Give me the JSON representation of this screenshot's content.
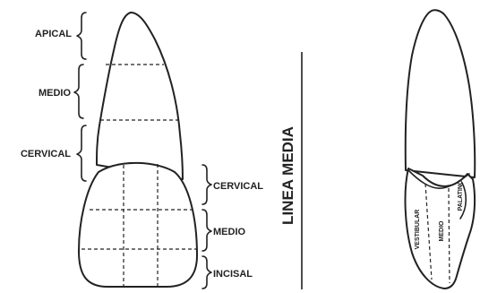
{
  "root_labels": {
    "apical": "APICAL",
    "medio": "MEDIO",
    "cervical": "CERVICAL"
  },
  "crown_labels": {
    "cervical": "CERVICAL",
    "medio": "MEDIO",
    "incisal": "INCISAL"
  },
  "midline_label": "LINEA MEDIA",
  "proximal_labels": {
    "vestibular": "VESTIBULAR",
    "medio": "MEDIO",
    "palatino": "PALATINO"
  },
  "colors": {
    "line": "#222222",
    "background": "#ffffff"
  }
}
